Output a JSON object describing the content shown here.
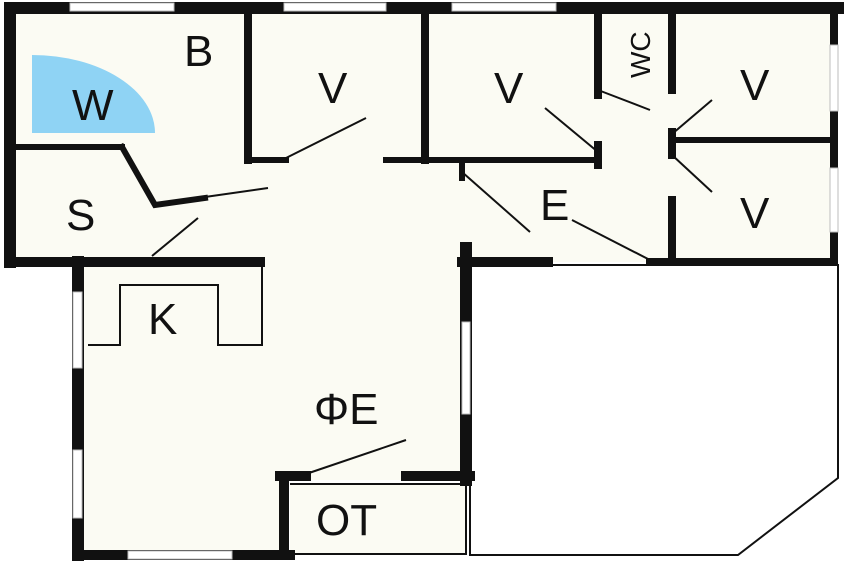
{
  "plan": {
    "rooms": [
      {
        "id": "bath",
        "label": "B"
      },
      {
        "id": "washer",
        "label": "W"
      },
      {
        "id": "storage",
        "label": "S"
      },
      {
        "id": "bedroom-1",
        "label": "V"
      },
      {
        "id": "bedroom-2",
        "label": "V"
      },
      {
        "id": "wc",
        "label": "WC"
      },
      {
        "id": "bedroom-3",
        "label": "V"
      },
      {
        "id": "bedroom-4",
        "label": "V"
      },
      {
        "id": "entrance",
        "label": "E"
      },
      {
        "id": "kitchen",
        "label": "K"
      },
      {
        "id": "living-dining",
        "label": "ΦE"
      },
      {
        "id": "terrace",
        "label": "OT"
      }
    ]
  },
  "colors": {
    "wall": "#111111",
    "floor": "#fbfbf3",
    "washer": "#8fd3f4",
    "window": "#ffffff"
  }
}
